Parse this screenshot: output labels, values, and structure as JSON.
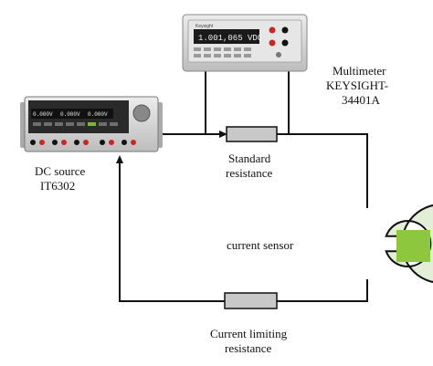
{
  "diagram": {
    "multimeter": {
      "label_line1": "Multimeter",
      "label_line2": "KEYSIGHT-",
      "label_line3": "34401A",
      "display_text": "1.001,065 VDC",
      "brand_text": "Keysight"
    },
    "dc_source": {
      "label_line1": "DC source",
      "label_line2": "IT6302",
      "display_ch1": "0.000V",
      "display_ch2": "0.000V",
      "display_ch3": "0.000V"
    },
    "standard_resistance": {
      "label_line1": "Standard",
      "label_line2": "resistance"
    },
    "current_sensor": {
      "label": "current sensor"
    },
    "current_limiting_resistance": {
      "label_line1": "Current limiting",
      "label_line2": "resistance"
    },
    "colors": {
      "wire": "#111111",
      "resistor_fill": "#c8c8c8",
      "sensor_ring": "#e2efd6",
      "sensor_block": "#8dc63f",
      "device_body": "#d9d9d9",
      "device_panel": "#2a2a2a"
    }
  }
}
